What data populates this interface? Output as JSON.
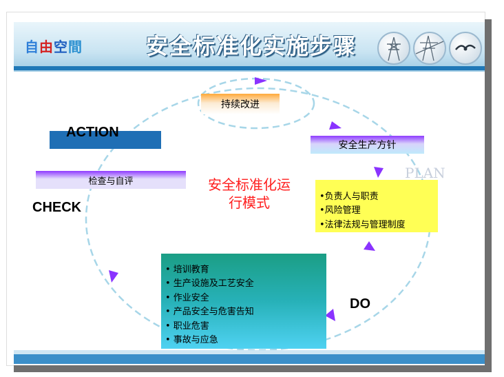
{
  "header": {
    "logo": [
      "自",
      "由",
      "空",
      "間"
    ],
    "title": "安全标准化实施步骤",
    "icons": [
      "power-tower-icon",
      "power-tower-icon",
      "bird-icon"
    ]
  },
  "diagram": {
    "continuous_improvement": "持续改进",
    "action_label": "ACTION",
    "safety_policy": "安全生产方针",
    "plan_label": "PLAN",
    "check_box": "检查与自评",
    "check_label": "CHECK",
    "center_title_line1": "安全标准化运",
    "center_title_line2": "行模式",
    "plan_items": [
      "•负责人与职责",
      "•风险管理",
      "•法律法规与管理制度"
    ],
    "do_items": [
      "• 培训教育",
      "• 生产设施及工艺安全",
      "• 作业安全",
      "• 产品安全与危害告知",
      "• 职业危害",
      "• 事故与应急"
    ],
    "do_label": "DO"
  },
  "colors": {
    "header_title": "#ffffff",
    "cycle_line": "#a7d6e8",
    "arrow": "#8a33ff",
    "center_text": "#ff1e1e",
    "plan_box": "#ffff55",
    "do_box": "#1b9e85"
  }
}
